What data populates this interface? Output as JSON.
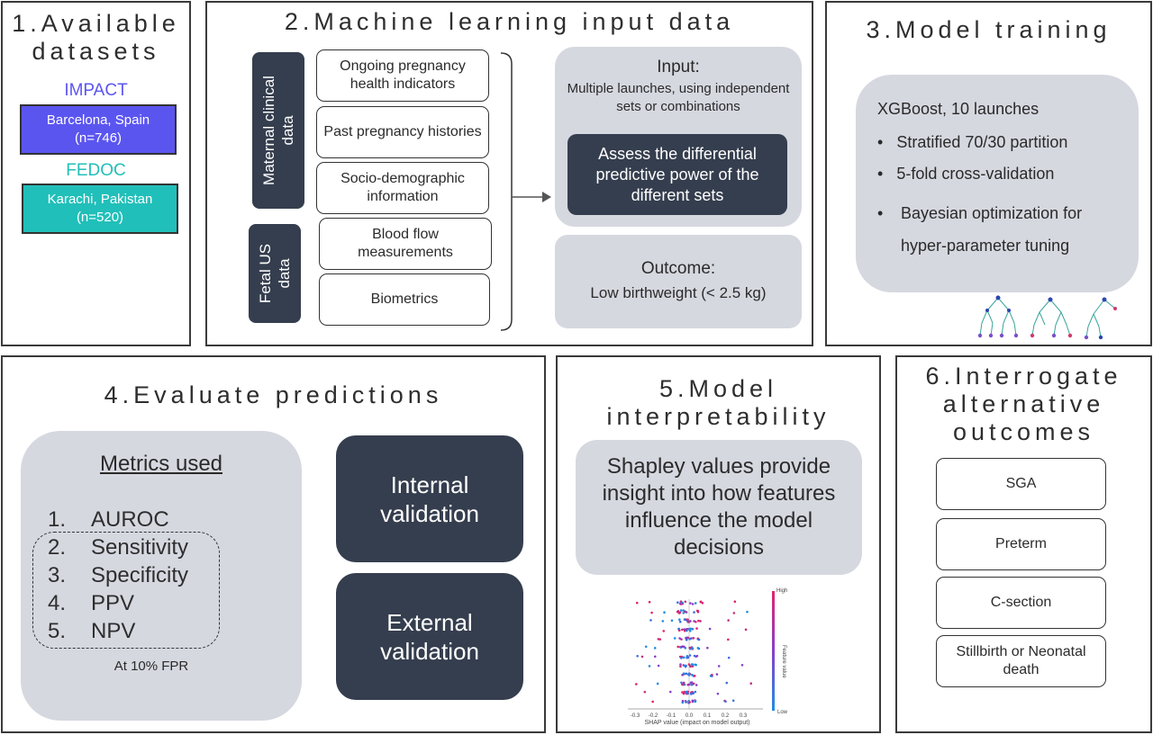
{
  "panel1": {
    "title": "1.Available datasets",
    "datasets": [
      {
        "name": "IMPACT",
        "location": "Barcelona, Spain",
        "count": "(n=746)",
        "color": "#5b55f0",
        "label_color": "#5b55f0"
      },
      {
        "name": "FEDOC",
        "location": "Karachi, Pakistan",
        "count": "(n=520)",
        "color": "#21bfb9",
        "label_color": "#21bfb9"
      }
    ]
  },
  "panel2": {
    "title": "2.Machine learning input data",
    "maternal_label": "Maternal clinical data",
    "fetal_label": "Fetal US data",
    "features": [
      "Ongoing pregnancy health indicators",
      "Past pregnancy histories",
      "Socio-demographic information",
      "Blood flow measurements",
      "Biometrics"
    ],
    "input_title": "Input:",
    "input_desc": "Multiple launches, using independent sets or combinations",
    "assess_text": "Assess the differential predictive power of the different sets",
    "outcome_title": "Outcome:",
    "outcome_desc": "Low birthweight (< 2.5 kg)"
  },
  "panel3": {
    "title": "3.Model training",
    "model": "XGBoost, 10 launches",
    "bullets": [
      "Stratified 70/30 partition",
      "5-fold cross-validation",
      "Bayesian optimization for hyper-parameter tuning"
    ],
    "tree_icon": "decision-tree-icon"
  },
  "panel4": {
    "title": "4.Evaluate predictions",
    "metrics_title": "Metrics used",
    "metrics": [
      {
        "num": "1.",
        "name": "AUROC"
      },
      {
        "num": "2.",
        "name": "Sensitivity"
      },
      {
        "num": "3.",
        "name": "Specificity"
      },
      {
        "num": "4.",
        "name": "PPV"
      },
      {
        "num": "5.",
        "name": "NPV"
      }
    ],
    "fpr_note": "At 10% FPR",
    "internal": "Internal validation",
    "external": "External validation"
  },
  "panel5": {
    "title": "5.Model interpretability",
    "desc": "Shapley values provide insight into how features influence the model decisions",
    "shap_plot": {
      "xlabel": "SHAP value (impact on model output)",
      "ticks": [
        "-0.3",
        "-0.2",
        "-0.1",
        "0.0",
        "0.1",
        "0.2",
        "0.3"
      ],
      "colorbar_high": "High",
      "colorbar_low": "Low",
      "colorbar_label": "Feature value"
    }
  },
  "panel6": {
    "title": "6.Interrogate alternative outcomes",
    "outcomes": [
      "SGA",
      "Preterm",
      "C-section",
      "Stillbirth or Neonatal death"
    ]
  }
}
